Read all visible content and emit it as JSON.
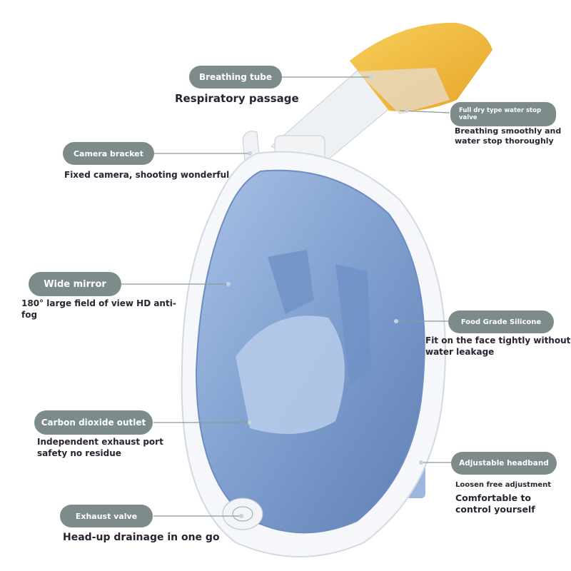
{
  "colors": {
    "pill": "#7d8c8b",
    "text": "#2b2232",
    "lens": "#7f9fcf",
    "frame": "#f4f6fb",
    "cap": "#f2b63a"
  },
  "callouts": [
    {
      "id": "breathing-tube",
      "label": "Breathing tube",
      "description": "Respiratory passage"
    },
    {
      "id": "water-stop-valve",
      "label": "Full dry type water stop valve",
      "description": "Breathing smoothly and water stop thoroughly"
    },
    {
      "id": "camera-bracket",
      "label": "Camera bracket",
      "description": "Fixed camera, shooting wonderful"
    },
    {
      "id": "wide-mirror",
      "label": "Wide mirror",
      "description": "180° large field of view HD anti-fog"
    },
    {
      "id": "food-grade-silicone",
      "label": "Food Grade Silicone",
      "description": "Fit on the face tightly without water leakage"
    },
    {
      "id": "carbon-dioxide-outlet",
      "label": "Carbon dioxide outlet",
      "description": "Independent exhaust port safety no residue"
    },
    {
      "id": "adjustable-headband",
      "label": "Adjustable headband",
      "description": "Loosen free adjustment",
      "description2": "Comfortable to control yourself"
    },
    {
      "id": "exhaust-valve",
      "label": "Exhaust valve",
      "description": "Head-up drainage in one go"
    }
  ]
}
